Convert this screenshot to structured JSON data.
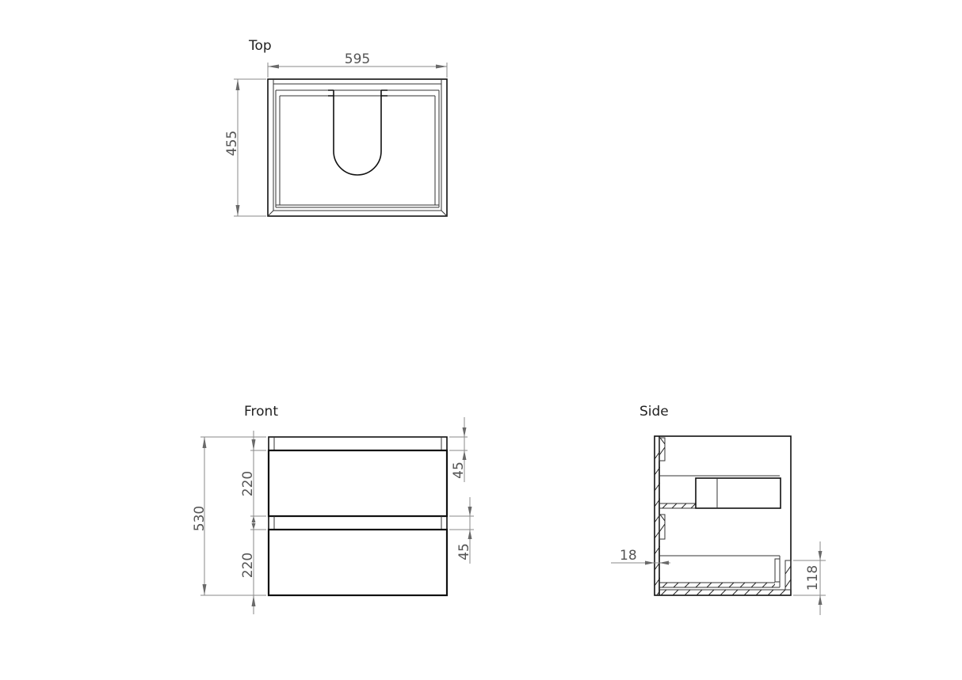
{
  "drawing": {
    "type": "orthographic technical drawing",
    "subject": "wall-hung two-drawer vanity cabinet",
    "units": "mm",
    "line_color": "#111111",
    "dimension_color": "#8a8a8a",
    "views": {
      "top": {
        "label": "Top",
        "dimensions": {
          "width": "595",
          "depth": "455"
        }
      },
      "front": {
        "label": "Front",
        "dimensions": {
          "overall_height": "530",
          "drawer_upper": "220",
          "drawer_lower": "220",
          "rail_upper": "45",
          "rail_lower": "45"
        }
      },
      "side": {
        "label": "Side",
        "dimensions": {
          "panel_thickness": "18",
          "plinth_height": "118"
        }
      }
    }
  }
}
